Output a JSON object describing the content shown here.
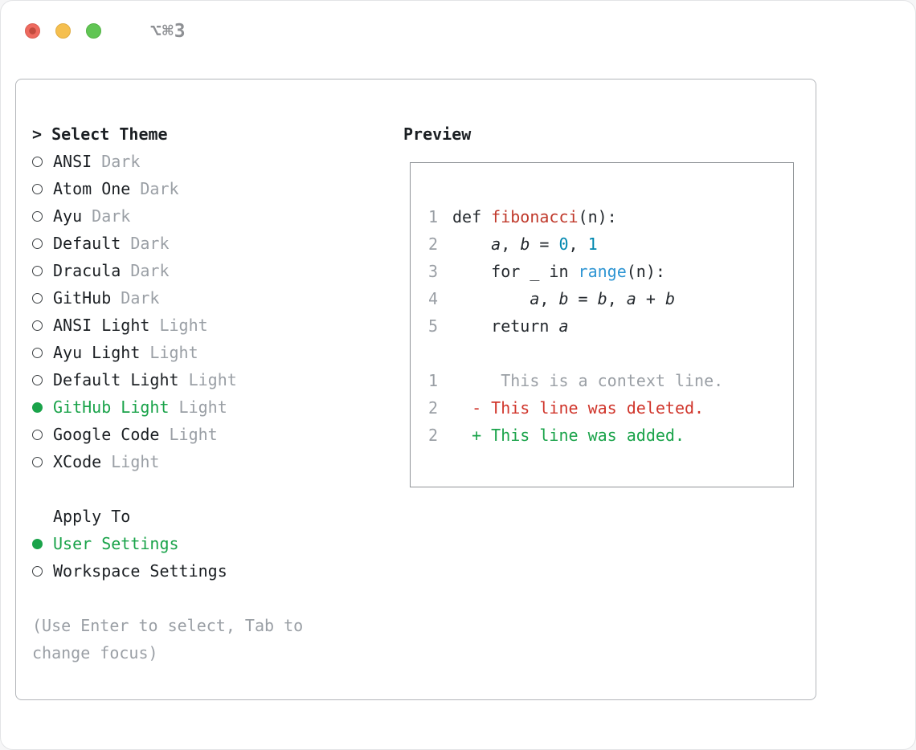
{
  "window": {
    "title": "⌥⌘3"
  },
  "selector": {
    "title_prefix": "> ",
    "title": "Select Theme",
    "themes": [
      {
        "label": "ANSI",
        "variant": "Dark",
        "selected": false
      },
      {
        "label": "Atom One",
        "variant": "Dark",
        "selected": false
      },
      {
        "label": "Ayu",
        "variant": "Dark",
        "selected": false
      },
      {
        "label": "Default",
        "variant": "Dark",
        "selected": false
      },
      {
        "label": "Dracula",
        "variant": "Dark",
        "selected": false
      },
      {
        "label": "GitHub",
        "variant": "Dark",
        "selected": false
      },
      {
        "label": "ANSI Light",
        "variant": "Light",
        "selected": false
      },
      {
        "label": "Ayu Light",
        "variant": "Light",
        "selected": false
      },
      {
        "label": "Default Light",
        "variant": "Light",
        "selected": false
      },
      {
        "label": "GitHub Light",
        "variant": "Light",
        "selected": true
      },
      {
        "label": "Google Code",
        "variant": "Light",
        "selected": false
      },
      {
        "label": "XCode",
        "variant": "Light",
        "selected": false
      }
    ],
    "apply_to_title": "Apply To",
    "apply_to_options": [
      {
        "label": "User Settings",
        "selected": true
      },
      {
        "label": "Workspace Settings",
        "selected": false
      }
    ],
    "hint": "(Use Enter to select, Tab to change focus)"
  },
  "preview": {
    "title": "Preview",
    "lines": [
      {
        "num": "1",
        "segments": [
          {
            "t": "def ",
            "c": "plain"
          },
          {
            "t": "fibonacci",
            "c": "func"
          },
          {
            "t": "(n):",
            "c": "plain"
          }
        ]
      },
      {
        "num": "2",
        "segments": [
          {
            "t": "    ",
            "c": "plain"
          },
          {
            "t": "a",
            "c": "var"
          },
          {
            "t": ", ",
            "c": "plain"
          },
          {
            "t": "b",
            "c": "var"
          },
          {
            "t": " = ",
            "c": "plain"
          },
          {
            "t": "0",
            "c": "number"
          },
          {
            "t": ", ",
            "c": "plain"
          },
          {
            "t": "1",
            "c": "number"
          }
        ]
      },
      {
        "num": "3",
        "segments": [
          {
            "t": "    for _ in ",
            "c": "plain"
          },
          {
            "t": "range",
            "c": "builtin"
          },
          {
            "t": "(n):",
            "c": "plain"
          }
        ]
      },
      {
        "num": "4",
        "segments": [
          {
            "t": "        ",
            "c": "plain"
          },
          {
            "t": "a",
            "c": "var"
          },
          {
            "t": ", ",
            "c": "plain"
          },
          {
            "t": "b",
            "c": "var"
          },
          {
            "t": " = ",
            "c": "plain"
          },
          {
            "t": "b",
            "c": "var"
          },
          {
            "t": ", ",
            "c": "plain"
          },
          {
            "t": "a",
            "c": "var"
          },
          {
            "t": " + ",
            "c": "plain"
          },
          {
            "t": "b",
            "c": "var"
          }
        ]
      },
      {
        "num": "5",
        "segments": [
          {
            "t": "    return ",
            "c": "plain"
          },
          {
            "t": "a",
            "c": "var"
          }
        ]
      },
      {
        "num": "",
        "segments": []
      },
      {
        "num": "1",
        "segments": [
          {
            "t": "     This is a context line.",
            "c": "context"
          }
        ]
      },
      {
        "num": "2",
        "segments": [
          {
            "t": "  - This line was deleted.",
            "c": "deleted"
          }
        ]
      },
      {
        "num": "2",
        "segments": [
          {
            "t": "  + This line was added.",
            "c": "added"
          }
        ]
      }
    ]
  },
  "colors": {
    "accent_green": "#1aa34a",
    "added_green": "#1aa34a",
    "deleted_red": "#d0352b",
    "muted_gray": "#9a9fa5",
    "builtin_blue": "#2e95d3",
    "number_teal": "#0087af",
    "function_red": "#c0392b"
  }
}
